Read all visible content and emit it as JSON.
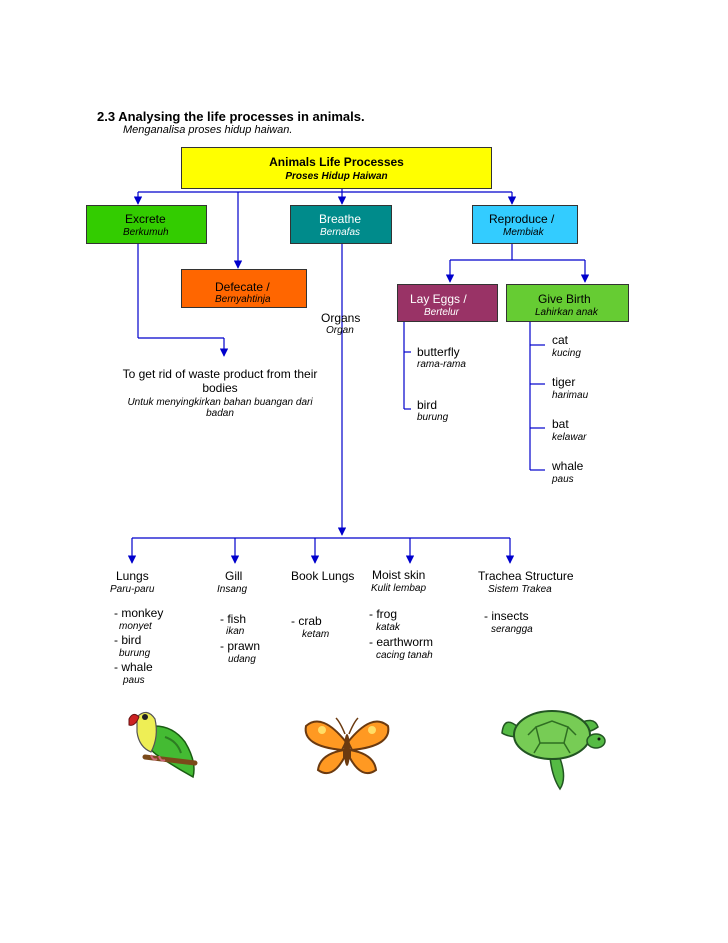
{
  "heading": {
    "title": "2.3  Analysing the life processes in animals.",
    "subtitle": "Menganalisa proses hidup haiwan."
  },
  "root": {
    "label": "Animals Life Processes",
    "sublabel": "Proses Hidup Haiwan",
    "color": "#ffff00"
  },
  "excrete": {
    "label": "Excrete",
    "sublabel": "Berkumuh",
    "color": "#33cc00"
  },
  "breathe": {
    "label": "Breathe",
    "sublabel": "Bernafas",
    "color": "#008b8b"
  },
  "reproduce": {
    "label": "Reproduce /",
    "sublabel": "Membiak",
    "color": "#33ccff"
  },
  "defecate": {
    "label": "Defecate /",
    "sublabel": "Bernyahtinja",
    "color": "#ff6600"
  },
  "lay_eggs": {
    "label": "Lay Eggs /",
    "sublabel": "Bertelur",
    "color": "#993366"
  },
  "give_birth": {
    "label": "Give Birth",
    "sublabel": "Lahirkan anak",
    "color": "#66cc33"
  },
  "organs": {
    "label": "Organs",
    "sublabel": "Organ"
  },
  "excrete_note": {
    "line1": "To get rid of waste product from their",
    "line2": "bodies",
    "line3": "Untuk menyingkirkan bahan buangan dari",
    "line4": "badan"
  },
  "egg_animals": [
    {
      "en": "butterfly",
      "ms": "rama-rama"
    },
    {
      "en": "bird",
      "ms": "burung"
    }
  ],
  "birth_animals": [
    {
      "en": "cat",
      "ms": "kucing"
    },
    {
      "en": "tiger",
      "ms": "harimau"
    },
    {
      "en": "bat",
      "ms": "kelawar"
    },
    {
      "en": "whale",
      "ms": "paus"
    }
  ],
  "organ_types": {
    "lungs": {
      "label": "Lungs",
      "sublabel": "Paru-paru"
    },
    "gill": {
      "label": "Gill",
      "sublabel": "Insang"
    },
    "book_lungs": {
      "label": "Book Lungs"
    },
    "moist_skin": {
      "label": "Moist skin",
      "sublabel": "Kulit lembap"
    },
    "trachea": {
      "label": "Trachea Structure",
      "sublabel": "Sistem Trakea"
    }
  },
  "lungs_examples": [
    {
      "en": "- monkey",
      "ms": "monyet"
    },
    {
      "en": "- bird",
      "ms": "burung"
    },
    {
      "en": "- whale",
      "ms": "paus"
    }
  ],
  "gill_examples": [
    {
      "en": "- fish",
      "ms": "ikan"
    },
    {
      "en": "- prawn",
      "ms": "udang"
    }
  ],
  "book_lungs_examples": [
    {
      "en": "- crab",
      "ms": "ketam"
    }
  ],
  "moist_skin_examples": [
    {
      "en": "- frog",
      "ms": "katak"
    },
    {
      "en": "- earthworm",
      "ms": "cacing tanah"
    }
  ],
  "trachea_examples": [
    {
      "en": "- insects",
      "ms": "serangga"
    }
  ],
  "illustrations": [
    "parrot",
    "butterfly",
    "turtle"
  ],
  "line_color": "#0000cc"
}
